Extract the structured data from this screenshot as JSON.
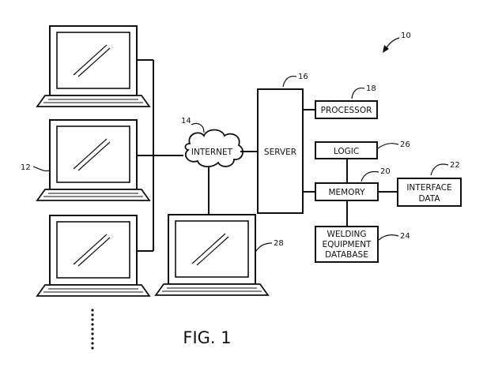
{
  "figure": {
    "ref_system": "10",
    "caption": "FIG. 1",
    "internet": {
      "label": "INTERNET",
      "ref": "14"
    },
    "server": {
      "label": "SERVER",
      "ref": "16"
    },
    "processor": {
      "label": "PROCESSOR",
      "ref": "18"
    },
    "logic": {
      "label": "LOGIC",
      "ref": "26"
    },
    "memory": {
      "label": "MEMORY",
      "ref": "20"
    },
    "interface_data": {
      "line1": "INTERFACE",
      "line2": "DATA",
      "ref": "22"
    },
    "database": {
      "line1": "WELDING",
      "line2": "EQUIPMENT",
      "line3": "DATABASE",
      "ref": "24"
    },
    "client_ref": "12",
    "remote_ref": "28"
  }
}
